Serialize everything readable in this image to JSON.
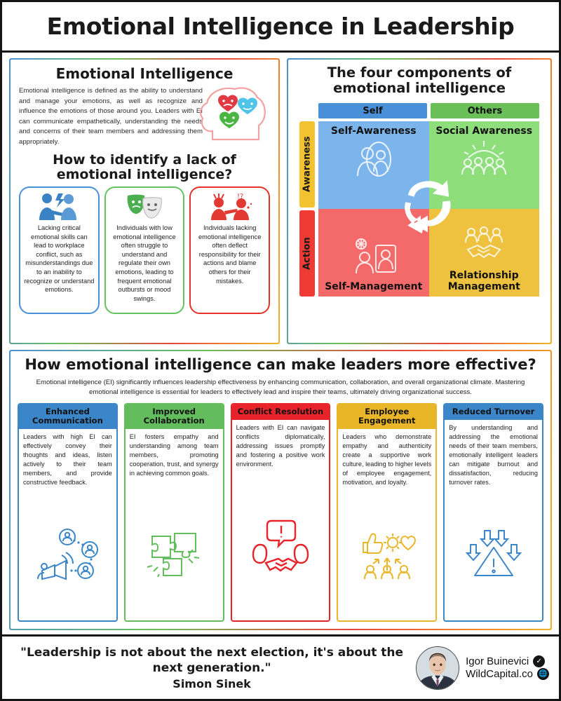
{
  "header": {
    "title": "Emotional Intelligence in Leadership"
  },
  "left_panel": {
    "heading": "Emotional Intelligence",
    "intro": "Emotional intelligence is defined as the ability to understand and manage your emotions, as well as recognize and influence the emotions of those around you. Leaders with EI can communicate empathetically, understanding the needs and concerns of their team members and addressing them appropriately.",
    "brain_icon": "brain-with-emotion-hearts-icon",
    "lack_heading": "How to identify a lack of emotional intelligence?",
    "lack_cards": [
      {
        "icon": "two-people-conflict-icon",
        "color": "#4a90d9",
        "text": "Lacking critical emotional skills can lead to workplace conflict, such as misunderstandings due to an inability to recognize or understand emotions."
      },
      {
        "icon": "theatre-masks-icon",
        "color": "#63c45f",
        "text": "Individuals with low emotional intelligence often struggle to understand and regulate their own emotions, leading to frequent emotional outbursts or mood swings."
      },
      {
        "icon": "angry-people-blaming-icon",
        "color": "#e8312a",
        "text": "Individuals lacking emotional intelligence often deflect responsibility for their actions and blame others for their mistakes."
      }
    ]
  },
  "right_panel": {
    "heading": "The four components of emotional intelligence",
    "column_headers": [
      {
        "label": "Self",
        "color": "#4a90d9"
      },
      {
        "label": "Others",
        "color": "#6bbf59"
      }
    ],
    "row_headers": [
      {
        "label": "Awareness",
        "color": "#f2c230"
      },
      {
        "label": "Action",
        "color": "#ef3b33"
      }
    ],
    "quadrants": [
      {
        "label": "Self-Awareness",
        "color": "#7cb5ec",
        "icon": "person-mirror-reflection-icon"
      },
      {
        "label": "Social Awareness",
        "color": "#8ede7c",
        "icon": "group-of-people-sunrise-icon"
      },
      {
        "label": "Self-Management",
        "color": "#f4696a",
        "icon": "person-gear-frame-icon"
      },
      {
        "label": "Relationship Management",
        "color": "#eec13f",
        "icon": "handshake-team-icon"
      }
    ],
    "cycle_icon": "circular-arrows-cycle-icon"
  },
  "bottom_panel": {
    "heading": "How emotional intelligence can make leaders more effective?",
    "intro": "Emotional intelligence (EI) significantly influences leadership effectiveness by enhancing communication, collaboration, and overall organizational climate. Mastering emotional intelligence is essential for leaders to effectively lead and inspire their teams, ultimately driving organizational success.",
    "cards": [
      {
        "title": "Enhanced Communication",
        "color": "#3b86c8",
        "body": "Leaders with high EI can effectively convey their thoughts and ideas, listen actively to their team members, and provide constructive feedback.",
        "icon": "megaphone-network-icon"
      },
      {
        "title": "Improved Collaboration",
        "color": "#63bd5c",
        "body": "EI fosters empathy and understanding among team members, promoting cooperation, trust, and synergy in achieving common goals.",
        "icon": "puzzle-pieces-icon"
      },
      {
        "title": "Conflict Resolution",
        "color": "#e8232a",
        "body": "Leaders with EI can navigate conflicts diplomatically, addressing issues promptly and fostering a positive work environment.",
        "icon": "handshake-dispute-icon"
      },
      {
        "title": "Employee Engagement",
        "color": "#e9b62a",
        "body": "Leaders who demonstrate empathy and authenticity create a supportive work culture, leading to higher levels of employee engagement, motivation, and loyalty.",
        "icon": "thumbs-up-gear-heart-icon"
      },
      {
        "title": "Reduced Turnover",
        "color": "#3b86c8",
        "body": "By understanding and addressing the emotional needs of their team members, emotionally intelligent leaders can mitigate burnout and dissatisfaction, reducing turnover rates.",
        "icon": "down-arrows-warning-icon"
      }
    ]
  },
  "footer": {
    "quote": "\"Leadership is not about the next election, it's about the next generation.\"",
    "author": "Simon Sinek",
    "brand_name": "Igor Buinevici",
    "brand_site": "WildCapital.co",
    "verified_icon": "verified-check-icon",
    "globe_icon": "globe-icon",
    "avatar": "profile-photo"
  }
}
